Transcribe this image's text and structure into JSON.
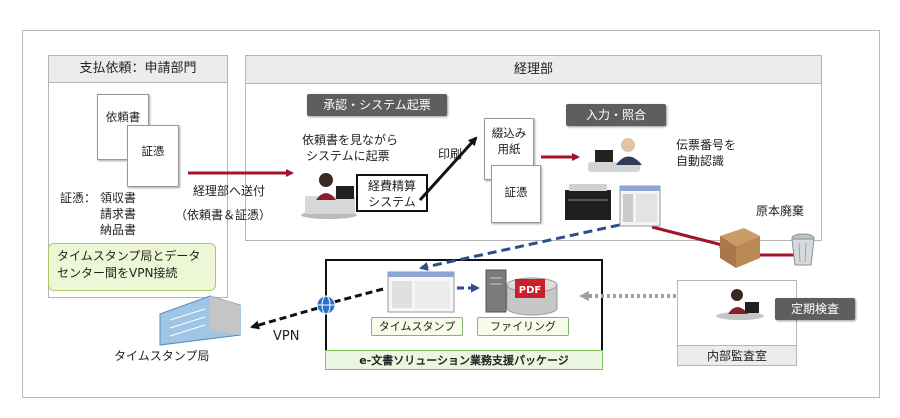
{
  "applicant_panel": {
    "title": "支払依頼：申請部門",
    "doc_request": "依頼書",
    "doc_voucher": "証憑",
    "voucher_label": "証憑：",
    "voucher_items": [
      "領収書",
      "請求書",
      "納品書"
    ]
  },
  "accounting_panel": {
    "title": "経理部",
    "approval_box": "承認・システム起票",
    "input_box": "入力・照合",
    "entry_note": [
      "依頼書を見ながら",
      "システムに起票"
    ],
    "system_box": [
      "経費精算",
      "システム"
    ],
    "print_label": "印刷",
    "bound_paper": [
      "綴込み",
      "用紙"
    ],
    "voucher_doc": "証憑",
    "auto_recognize": [
      "伝票番号を",
      "自動認識"
    ],
    "original_disposal": "原本廃棄"
  },
  "send_label": {
    "line1": "経理部へ送付",
    "line2": "（依頼書＆証憑）"
  },
  "vpn_note": "タイムスタンプ局とデータセンター間をVPN接続",
  "vpn_label": "VPN",
  "timestamp_authority": "タイムスタンプ局",
  "package": {
    "title": "e-文書ソリューション業務支援パッケージ",
    "timestamp_button": "タイムスタンプ",
    "filing_button": "ファイリング",
    "pdf_label": "PDF"
  },
  "audit": {
    "room": "内部監査室",
    "periodic_inspection": "定期検査"
  },
  "colors": {
    "red_arrow": "#a3142a",
    "dashed_arrow": "#2d4f8c",
    "grey_dotted": "#a0a0a0",
    "green_border": "#7fc35a"
  }
}
